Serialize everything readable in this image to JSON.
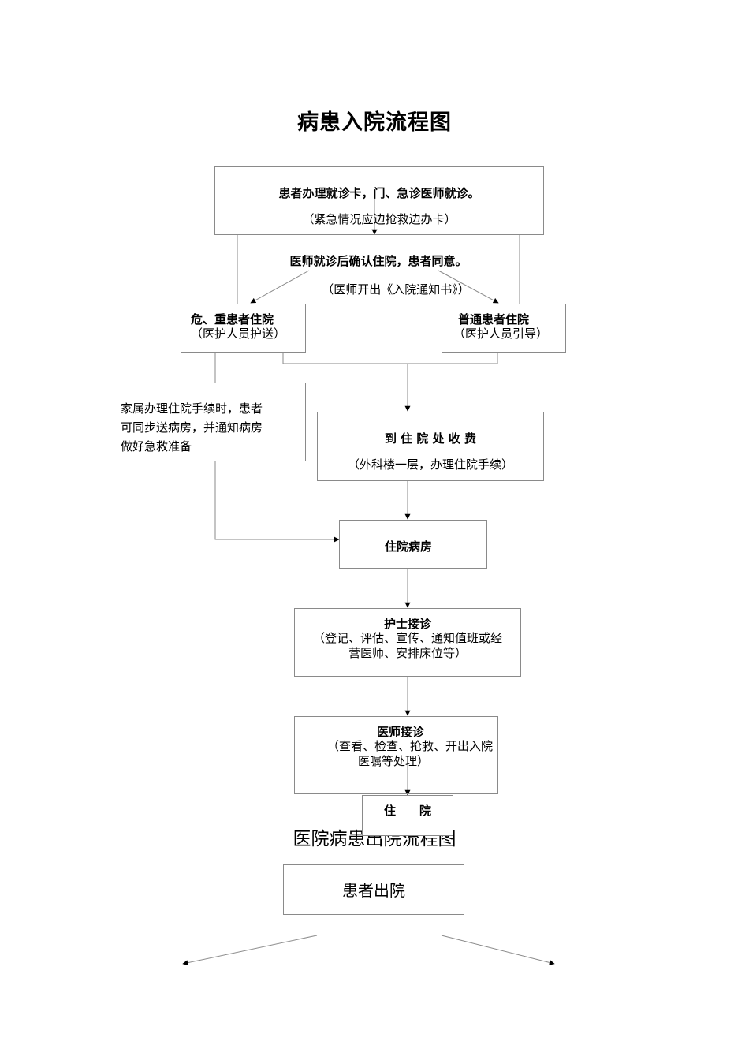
{
  "title": "病患入院流程图",
  "nodes": {
    "visit": {
      "line1": "患者办理就诊卡，门、急诊医师就诊。",
      "line2": "（紧急情况应边抢救边办卡）"
    },
    "confirm": {
      "line1": "医师就诊后确认住院，患者同意。",
      "line2": "（医师开出《入院通知书》）"
    },
    "critical": {
      "line1": "危、重患者住院",
      "line2": "（医护人员护送）"
    },
    "normal": {
      "line1": "普通患者住院",
      "line2": "（医护人员引导）"
    },
    "family": {
      "line1": "家属办理住院手续时，患者",
      "line2": "可同步送病房，并通知病房",
      "line3": "做好急救准备"
    },
    "cashier": {
      "line1": "到 住 院 处 收 费",
      "line2": "（外科楼一层，办理住院手续）"
    },
    "ward": {
      "label": "住院病房"
    },
    "nurse": {
      "line1": "护士接诊",
      "line2": "（登记、评估、宣传、通知值班或经",
      "line3": "营医师、安排床位等）"
    },
    "doctor": {
      "line1": "医师接诊",
      "line2": "（查看、检查、抢救、开出入院",
      "line3": "医嘱等处理）"
    },
    "admitted": {
      "label": "住　　院"
    }
  },
  "title2": "医院病患出院流程图",
  "discharge": {
    "label": "患者出院"
  }
}
